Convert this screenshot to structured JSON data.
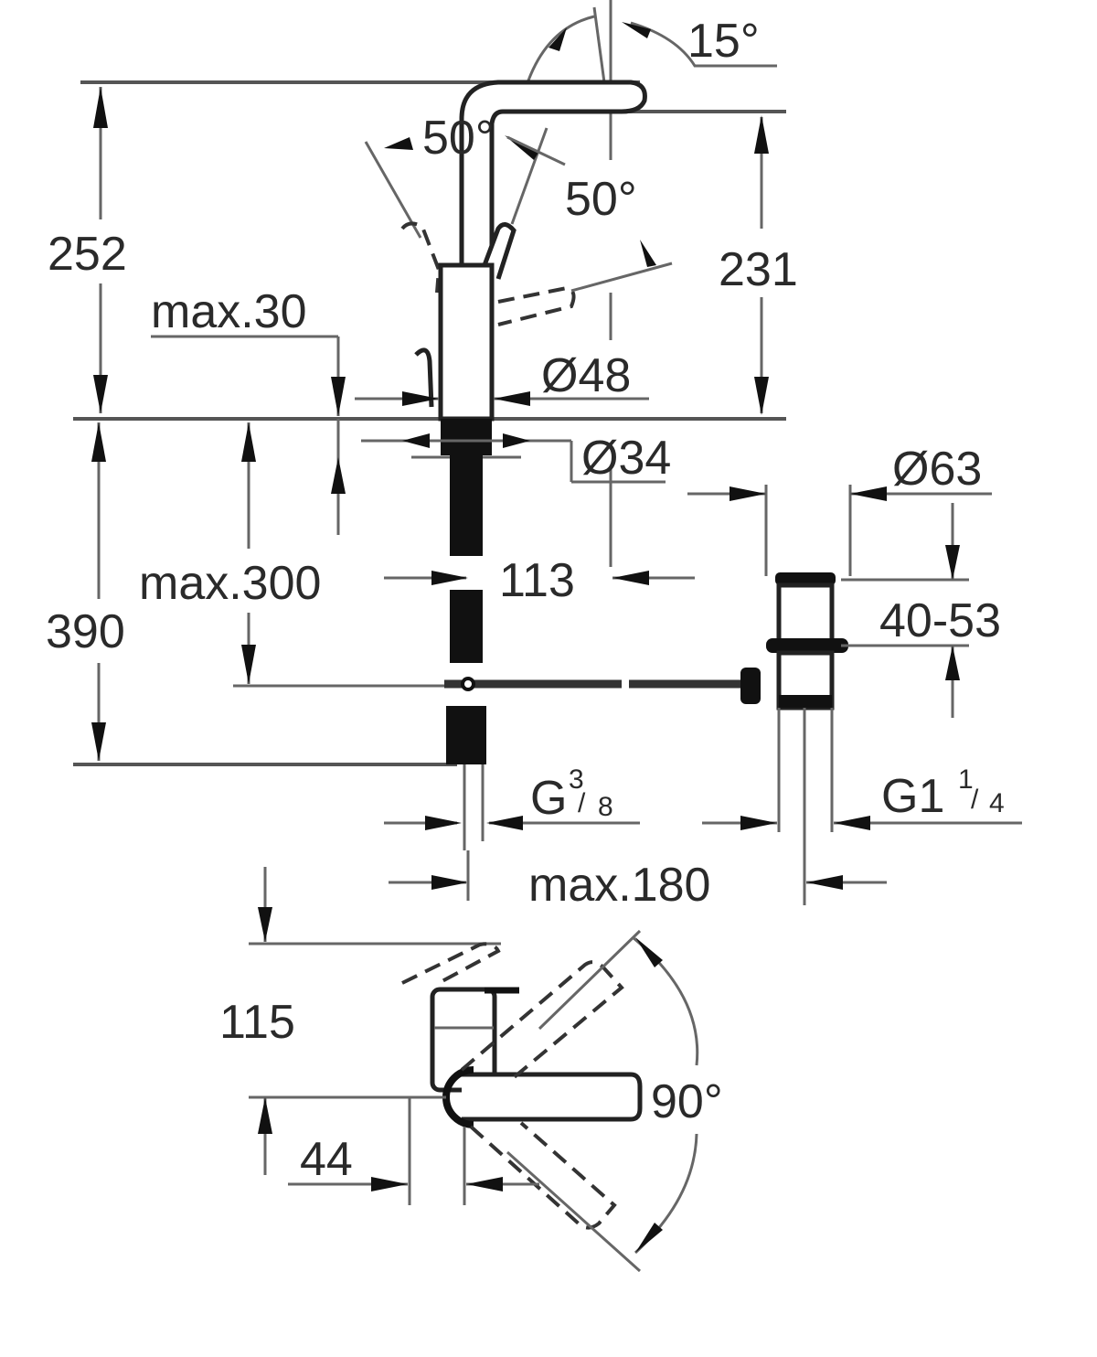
{
  "drawing": {
    "title": "Basin mixer dimensional drawing",
    "line_color": "#555555",
    "text_color": "#2a2a2a"
  },
  "dimensions": {
    "spout_swivel_angle": "15°",
    "lever_angle_left": "50°",
    "lever_angle_right": "50°",
    "total_height": "252",
    "spout_height": "231",
    "max_deck_thickness": "max.30",
    "body_diameter": "Ø48",
    "mounting_diameter": "Ø34",
    "waste_diameter": "Ø63",
    "below_deck_height": "390",
    "max_hose_length": "max.300",
    "spout_projection": "113",
    "waste_adjust_range": "40-53",
    "supply_thread_main": "G",
    "supply_thread_num": "3",
    "supply_thread_den": "8",
    "waste_thread_main": "G1",
    "waste_thread_num": "1",
    "waste_thread_den": "4",
    "max_pullrod_distance": "max.180",
    "top_view_reach": "115",
    "top_view_offset": "44",
    "lever_rotation_angle": "90°"
  }
}
